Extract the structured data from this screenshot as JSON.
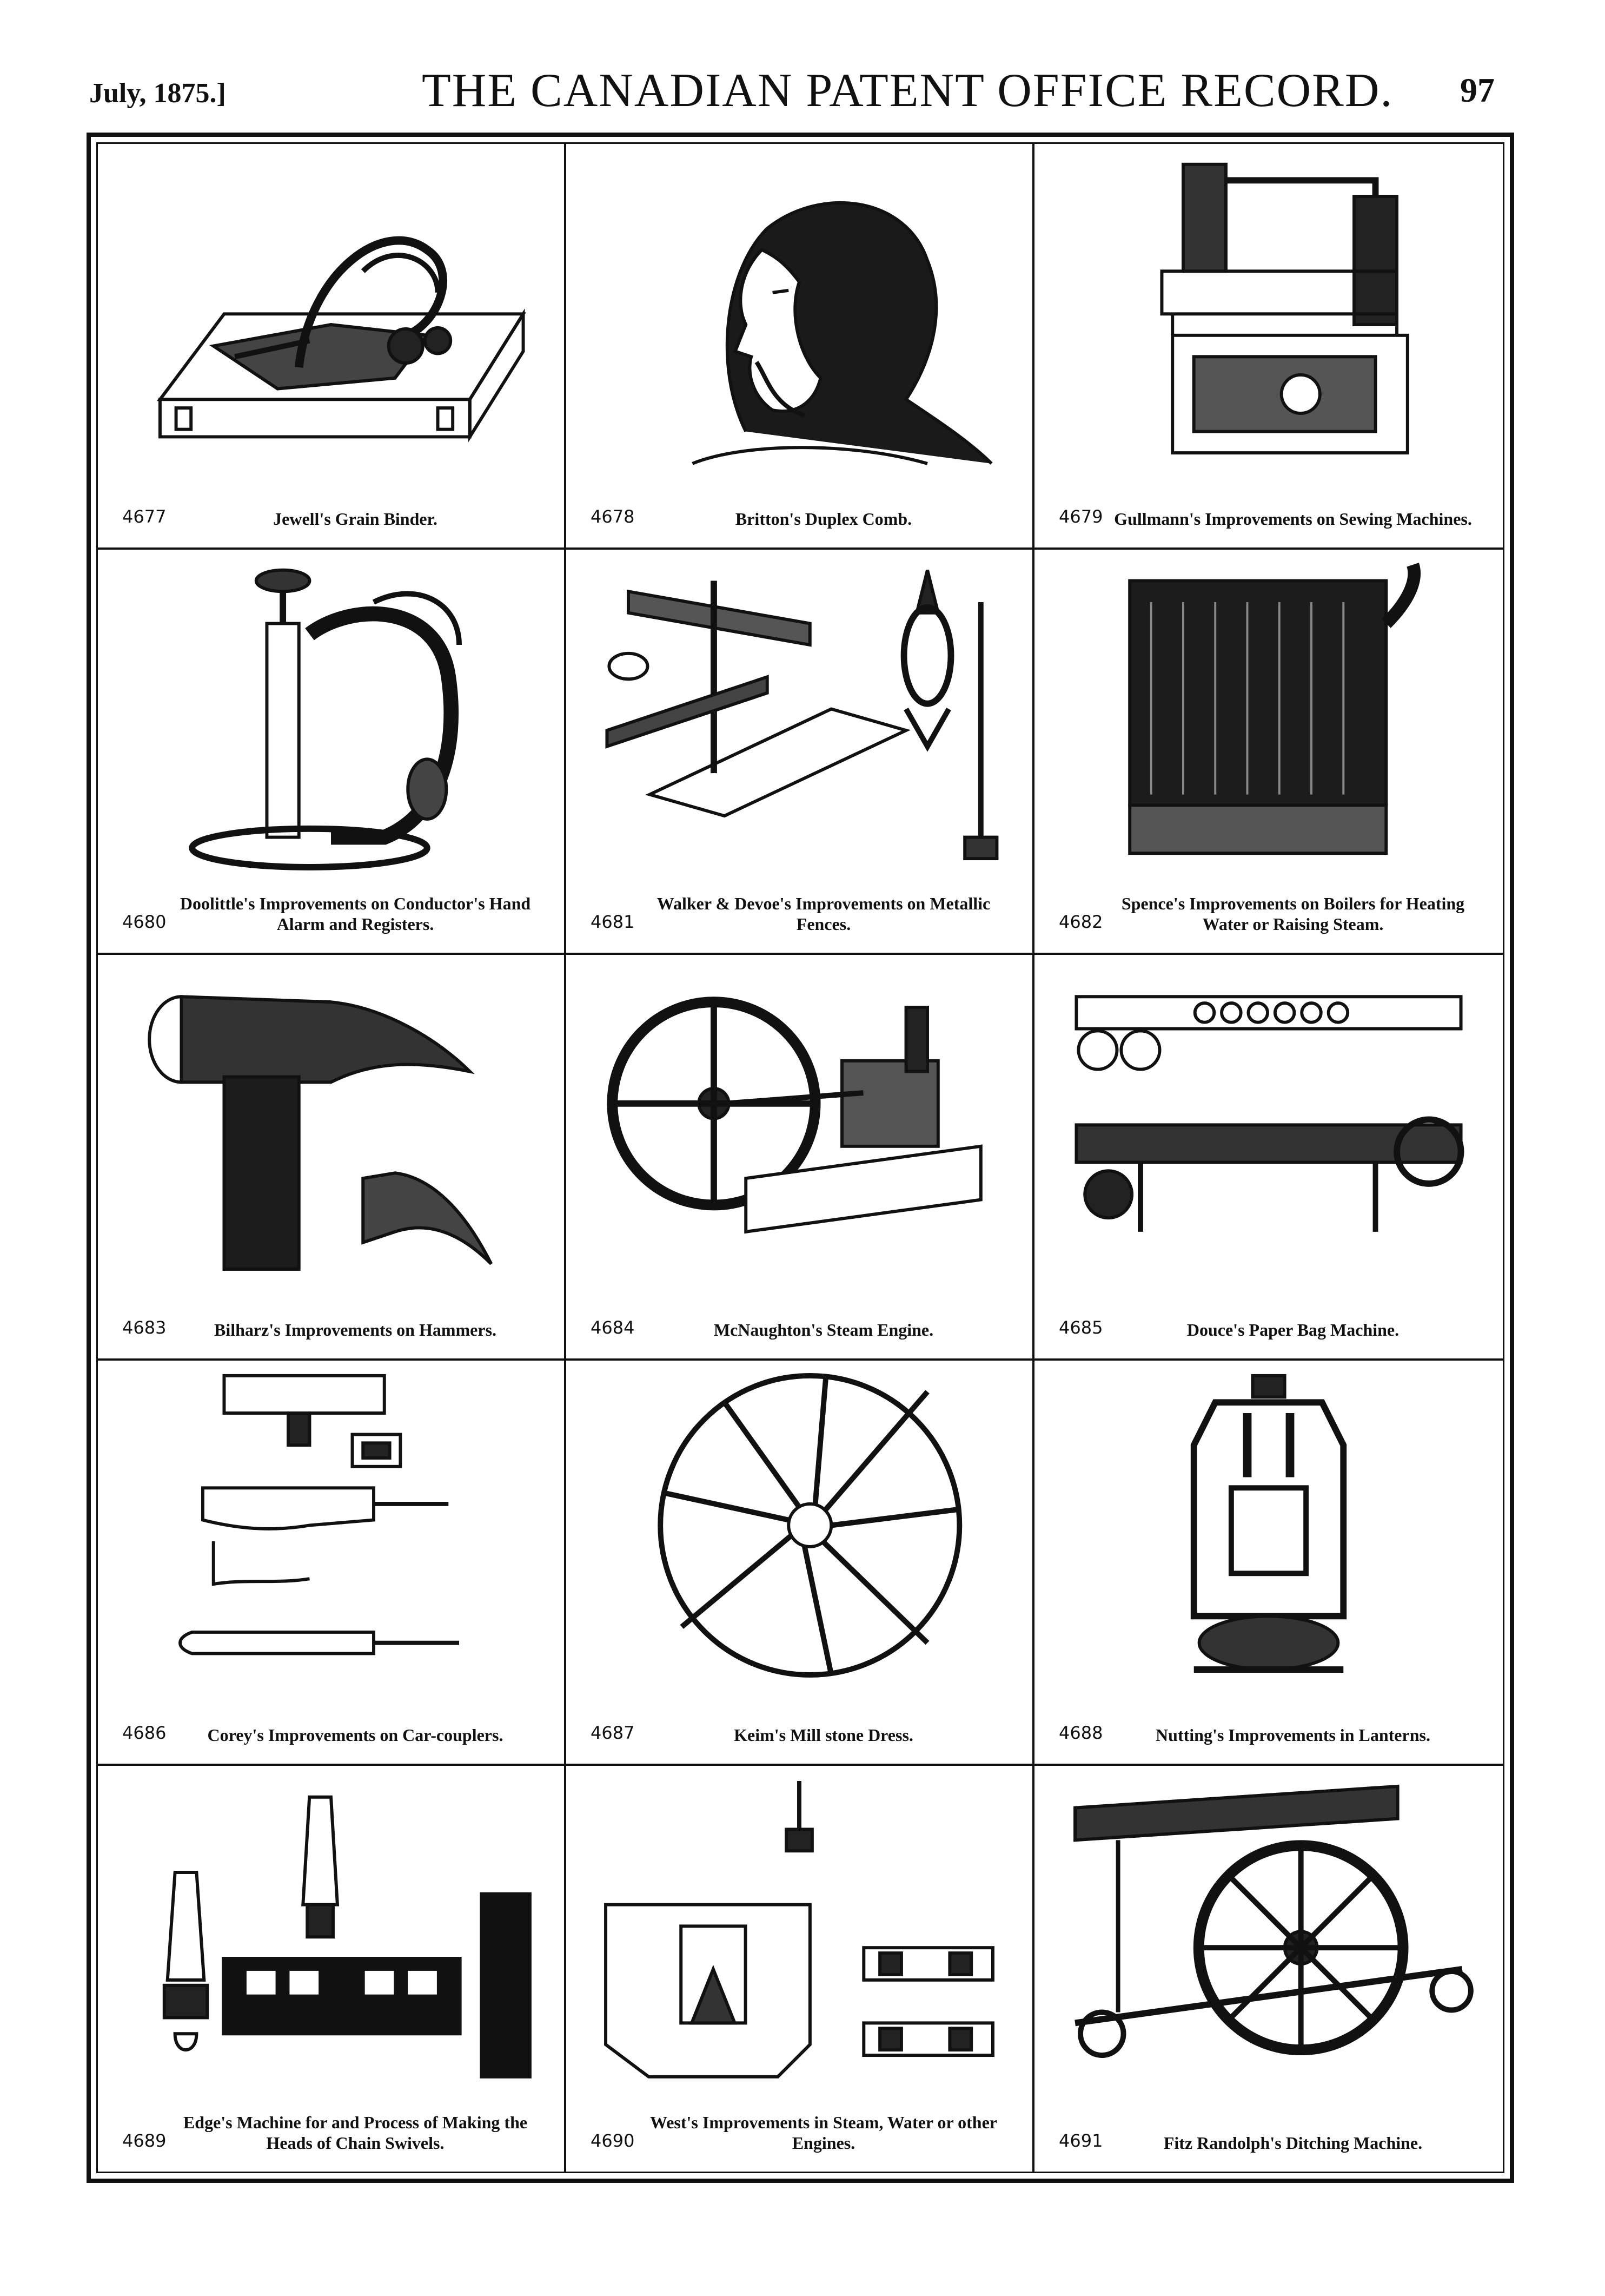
{
  "header": {
    "date": "July, 1875.]",
    "title": "THE CANADIAN PATENT OFFICE RECORD.",
    "page_number": "97"
  },
  "patents": [
    {
      "number": "4677",
      "title": "Jewell's Grain Binder.",
      "icon": "grain-binder-icon"
    },
    {
      "number": "4678",
      "title": "Britton's Duplex Comb.",
      "icon": "duplex-comb-portrait-icon"
    },
    {
      "number": "4679",
      "title": "Gullmann's Improvements on Sewing Machines.",
      "icon": "sewing-machine-icon"
    },
    {
      "number": "4680",
      "title": "Doolittle's Improvements on Conductor's Hand Alarm and Registers.",
      "icon": "hand-alarm-register-icon"
    },
    {
      "number": "4681",
      "title": "Walker & Devoe's Improvements on Metallic Fences.",
      "icon": "metallic-fence-icon"
    },
    {
      "number": "4682",
      "title": "Spence's Improvements on Boilers for Heating Water or Raising Steam.",
      "icon": "boiler-icon"
    },
    {
      "number": "4683",
      "title": "Bilharz's Improvements on Hammers.",
      "icon": "hammer-icon"
    },
    {
      "number": "4684",
      "title": "McNaughton's Steam Engine.",
      "icon": "steam-engine-icon"
    },
    {
      "number": "4685",
      "title": "Douce's Paper Bag Machine.",
      "icon": "paper-bag-machine-icon"
    },
    {
      "number": "4686",
      "title": "Corey's Improvements on Car-couplers.",
      "icon": "car-coupler-icon"
    },
    {
      "number": "4687",
      "title": "Keim's Mill stone Dress.",
      "icon": "millstone-dress-icon"
    },
    {
      "number": "4688",
      "title": "Nutting's Improvements in Lanterns.",
      "icon": "lantern-icon"
    },
    {
      "number": "4689",
      "title": "Edge's Machine for and Process of Making the Heads of Chain Swivels.",
      "icon": "chain-swivel-machine-icon"
    },
    {
      "number": "4690",
      "title": "West's Improvements in Steam, Water or other Engines.",
      "icon": "engine-valve-icon"
    },
    {
      "number": "4691",
      "title": "Fitz Randolph's Ditching Machine.",
      "icon": "ditching-machine-icon"
    }
  ]
}
